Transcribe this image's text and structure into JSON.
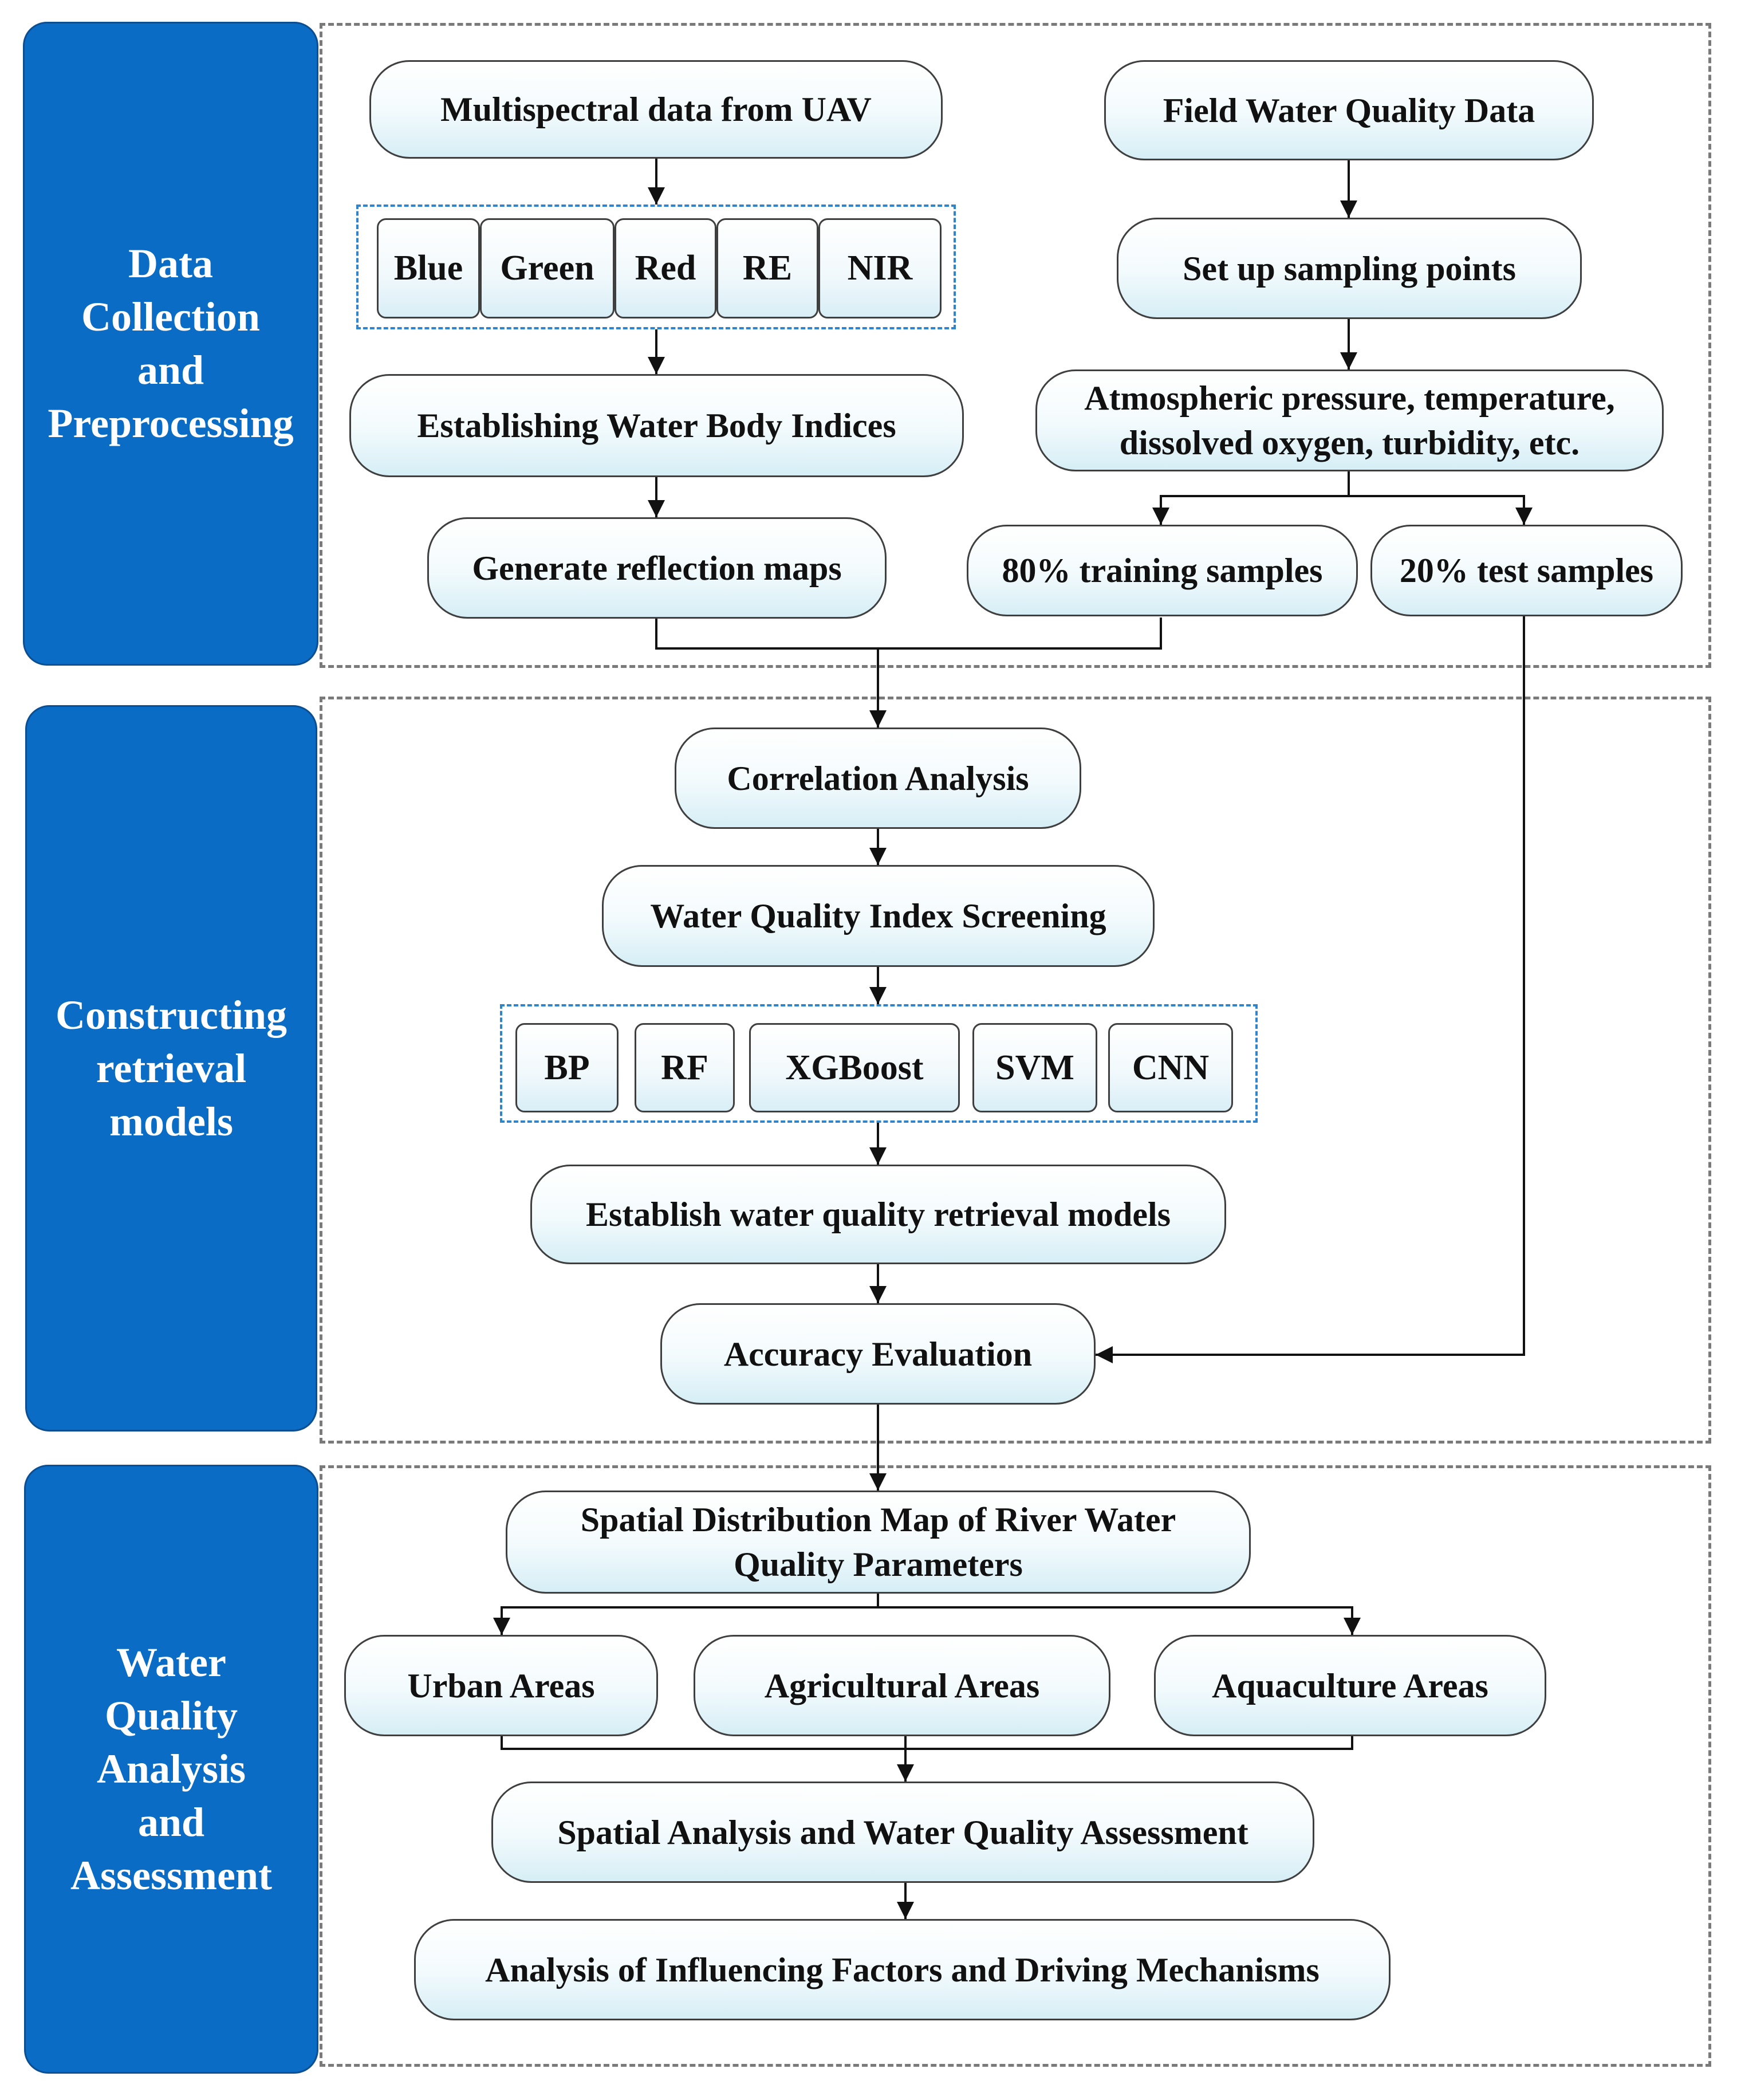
{
  "stages": {
    "data_collection": "Data\nCollection\nand\nPreprocessing",
    "constructing_models": "Constructing\nretrieval\nmodels",
    "water_quality_analysis": "Water\nQuality\nAnalysis\nand\nAssessment"
  },
  "nodes": {
    "multispectral": "Multispectral data from UAV",
    "field_data": "Field Water Quality Data",
    "sampling_points": "Set up sampling points",
    "establishing_indices": "Establishing Water Body Indices",
    "parameters": "Atmospheric pressure, temperature,\ndissolved oxygen, turbidity, etc.",
    "reflection_maps": "Generate reflection maps",
    "training_samples": "80% training samples",
    "test_samples": "20% test samples",
    "correlation": "Correlation Analysis",
    "index_screening": "Water Quality Index Screening",
    "establish_models": "Establish water quality retrieval models",
    "accuracy": "Accuracy Evaluation",
    "spatial_map": "Spatial Distribution Map of River Water\nQuality Parameters",
    "urban": "Urban Areas",
    "agricultural": "Agricultural Areas",
    "aquaculture": "Aquaculture Areas",
    "spatial_analysis": "Spatial Analysis and Water Quality Assessment",
    "influencing_factors": "Analysis of Influencing Factors and Driving Mechanisms"
  },
  "bands": [
    "Blue",
    "Green",
    "Red",
    "RE",
    "NIR"
  ],
  "models": [
    "BP",
    "RF",
    "XGBoost",
    "SVM",
    "CNN"
  ],
  "colors": {
    "stage_fill": "#0a6cc4",
    "stage_text": "#ffffff",
    "node_gradient_bottom": "#d6eef6",
    "group_dash": "#2f84cc",
    "frame_dash": "#7a7a7a",
    "connector": "#111111"
  }
}
